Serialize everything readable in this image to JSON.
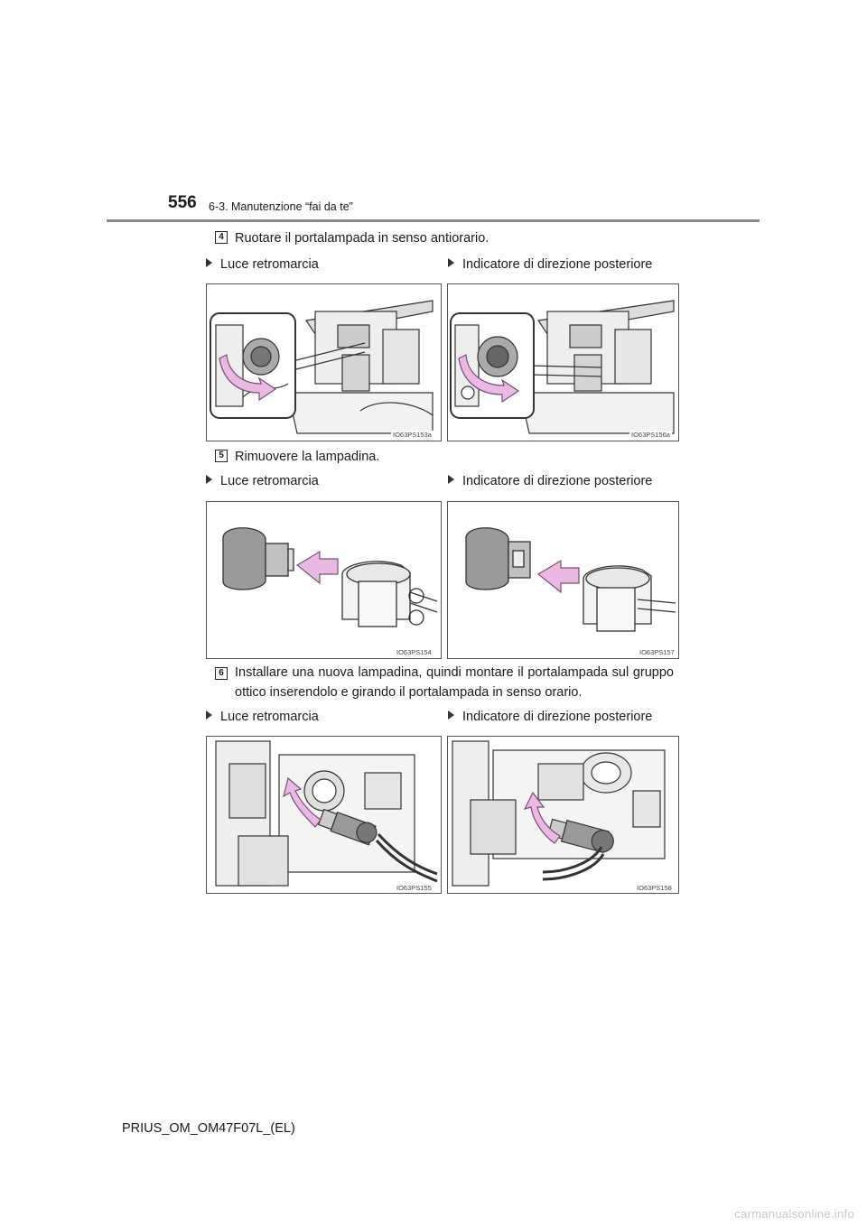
{
  "header": {
    "page_number": "556",
    "section_title": "6-3. Manutenzione “fai da te”"
  },
  "steps": [
    {
      "number": "4",
      "text": "Ruotare il portalampada in senso antiorario."
    },
    {
      "number": "5",
      "text": "Rimuovere la lampadina."
    },
    {
      "number": "6",
      "text": "Installare una nuova lampadina, quindi montare il portalampada sul gruppo ottico inserendolo e girando il portalampada in senso orario."
    }
  ],
  "captions": {
    "left": "Luce retromarcia",
    "right": "Indicatore di direzione posteriore"
  },
  "figures": {
    "f1": "IO63PS153a",
    "f2": "IO63PS156a",
    "f3": "IO63PS154",
    "f4": "IO63PS157",
    "f5": "IO63PS155",
    "f6": "IO63PS158"
  },
  "colors": {
    "arrow_fill": "#e9b9e2",
    "arrow_stroke": "#7a4d76",
    "bulb_gray": "#9a9a9a"
  },
  "footer": {
    "document_code": "PRIUS_OM_OM47F07L_(EL)",
    "watermark": "carmanualsonline.info"
  }
}
